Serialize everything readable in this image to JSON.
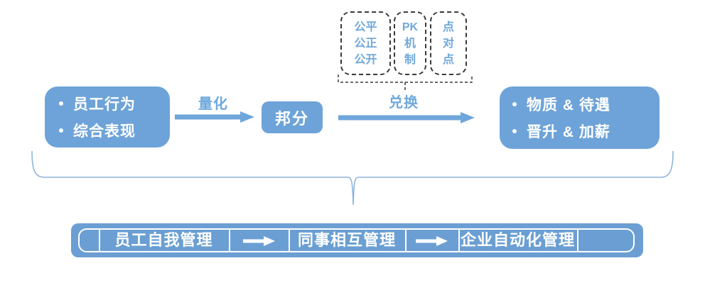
{
  "colors": {
    "box_blue": "#6DA3D8",
    "bar_blue": "#6B9FD3",
    "accent_text_blue": "#6FA8DC",
    "arrow_blue": "#6FA6DB",
    "brace_blue": "#8FB4DC",
    "dashed_border": "#3a3a3a"
  },
  "flow": {
    "source_box": {
      "items": [
        {
          "label": "员工行为"
        },
        {
          "label": "综合表现"
        }
      ]
    },
    "quantify_arrow_label": "量化",
    "score_box_label": "邦分",
    "exchange_arrow_label": "兑换",
    "reward_box": {
      "items": [
        {
          "label": "物质 & 待遇"
        },
        {
          "label": "晋升 & 加薪"
        }
      ]
    }
  },
  "principles": {
    "boxes": [
      {
        "lines": [
          {
            "t": "公平"
          },
          {
            "t": "公正"
          },
          {
            "t": "公开"
          }
        ]
      },
      {
        "lines": [
          {
            "t": "PK"
          },
          {
            "t": "机"
          },
          {
            "t": "制"
          }
        ]
      },
      {
        "lines": [
          {
            "t": "点"
          },
          {
            "t": "对"
          },
          {
            "t": "点"
          }
        ]
      }
    ]
  },
  "management_stages": {
    "stages": [
      {
        "label": "员工自我管理"
      },
      {
        "label": "同事相互管理"
      },
      {
        "label": "企业自动化管理"
      }
    ]
  }
}
